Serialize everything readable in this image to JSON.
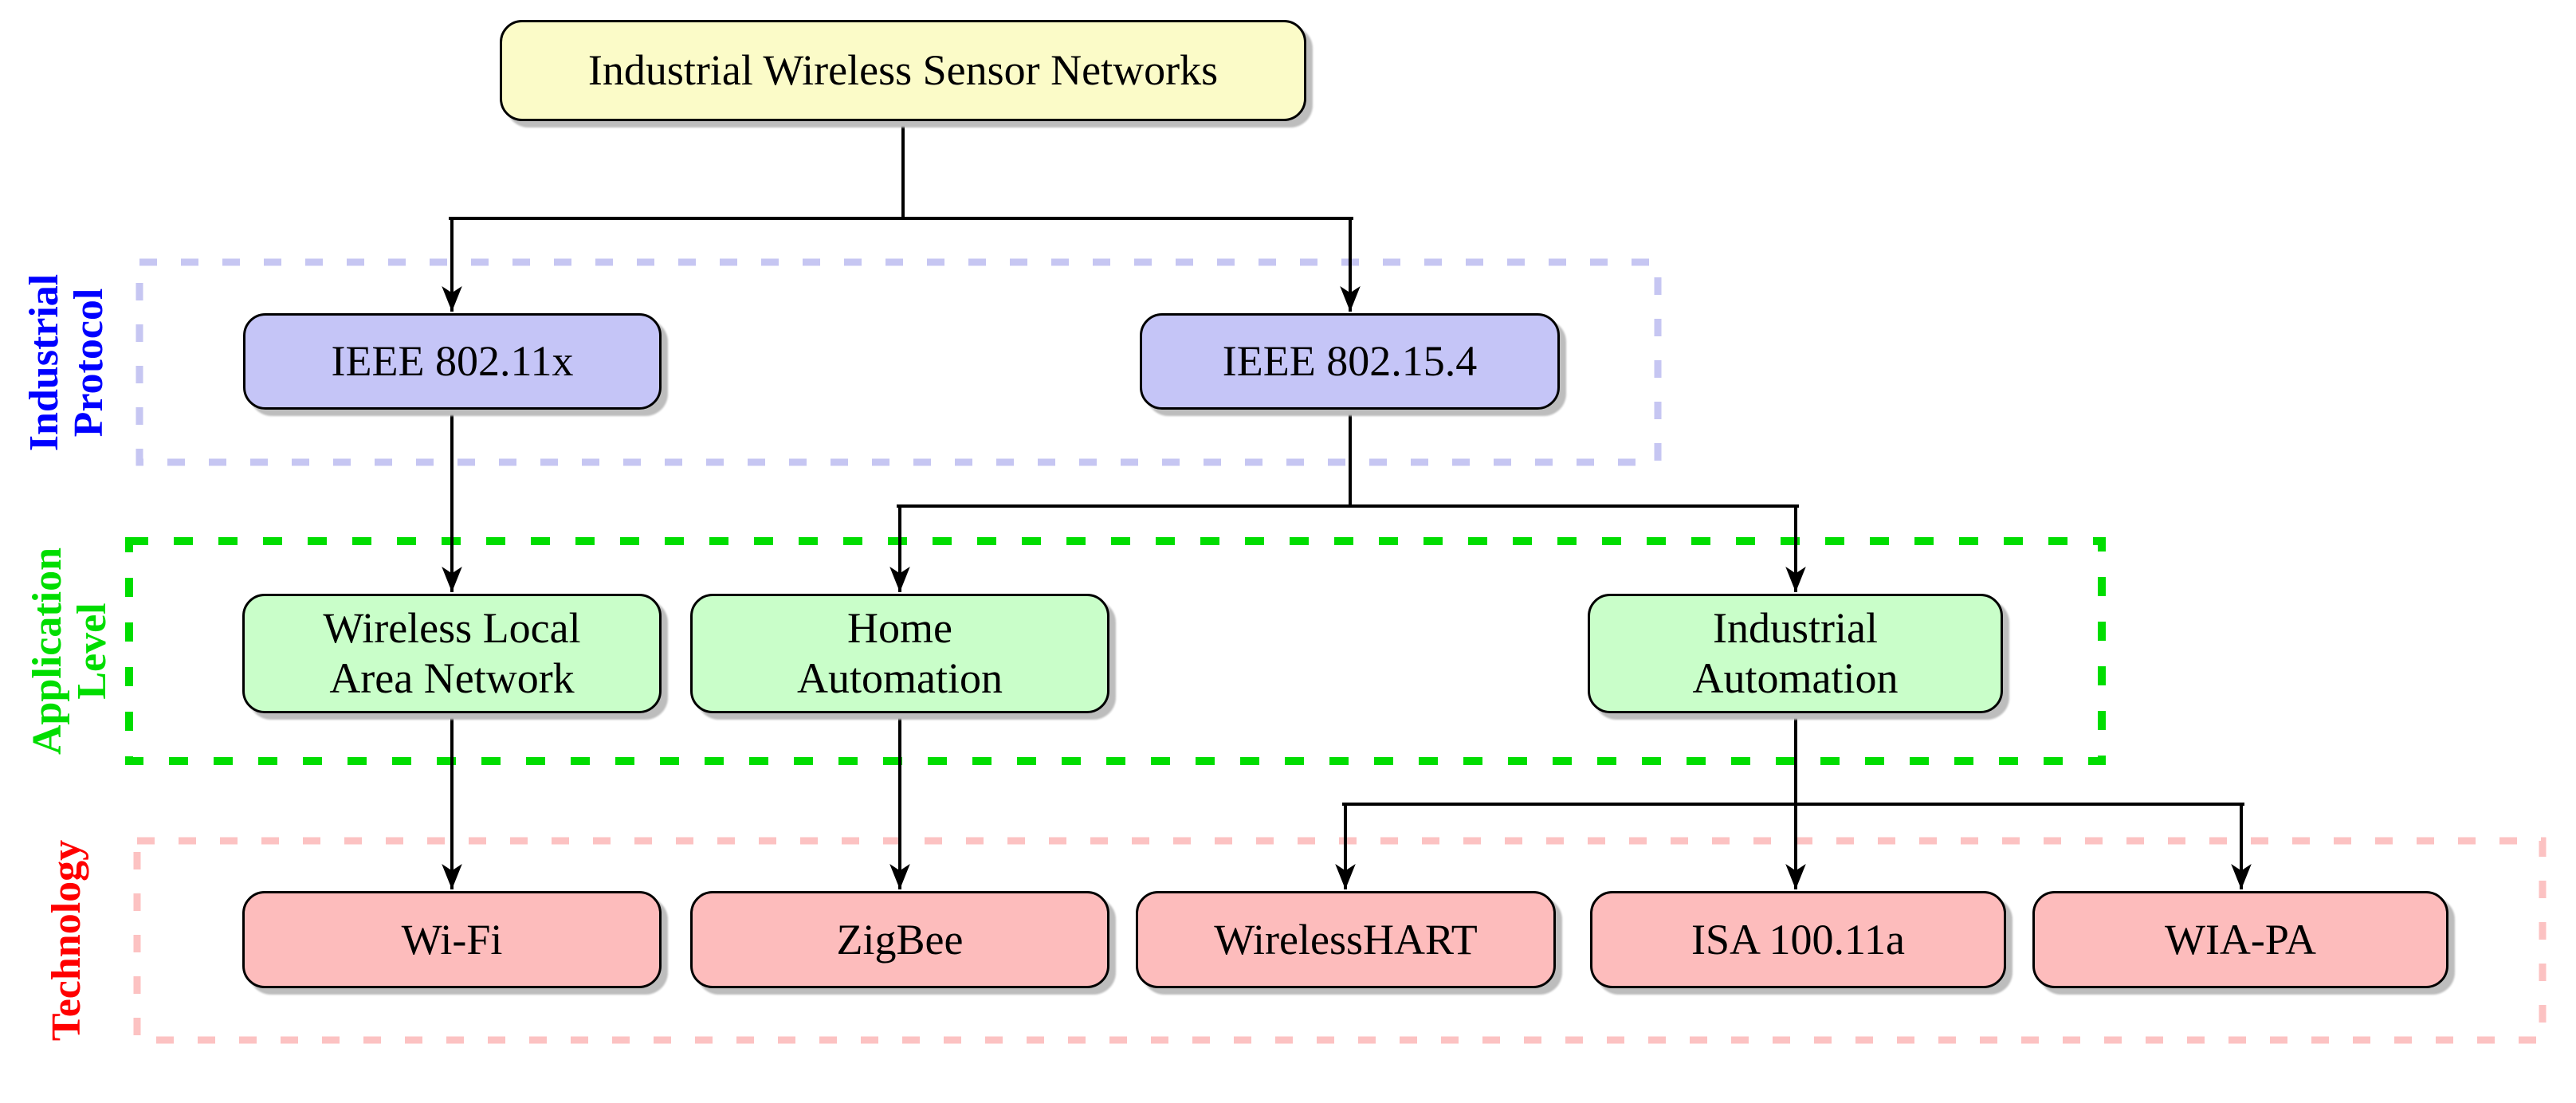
{
  "diagram": {
    "type": "taxonomy-tree",
    "root": {
      "label": "Industrial Wireless Sensor Networks",
      "fill": "#FBFBC8"
    },
    "regions": {
      "protocol": {
        "label_lines": [
          "Industrial",
          "Protocol"
        ],
        "label_text": "Industrial Protocol",
        "label_color": "#0000FF",
        "dash_color": "#C6C6F2",
        "node_fill": "#C5C5F7",
        "nodes": [
          {
            "label": "IEEE 802.11x"
          },
          {
            "label": "IEEE 802.15.4"
          }
        ]
      },
      "application": {
        "label_lines": [
          "Application",
          "Level"
        ],
        "label_text": "Application Level",
        "label_color": "#00DD00",
        "dash_color": "#00DD00",
        "node_fill": "#C9FEC9",
        "nodes": [
          {
            "label": "Wireless Local Area Network",
            "lines": [
              "Wireless Local",
              "Area Network"
            ]
          },
          {
            "label": "Home Automation",
            "lines": [
              "Home",
              "Automation"
            ]
          },
          {
            "label": "Industrial Automation",
            "lines": [
              "Industrial",
              "Automation"
            ]
          }
        ]
      },
      "technology": {
        "label_lines": [
          "Technology"
        ],
        "label_text": "Technology",
        "label_color": "#FF0000",
        "dash_color": "#FCC2C2",
        "node_fill": "#FDBCBC",
        "nodes": [
          {
            "label": "Wi-Fi"
          },
          {
            "label": "ZigBee"
          },
          {
            "label": "WirelessHART"
          },
          {
            "label": "ISA 100.11a"
          },
          {
            "label": "WIA-PA"
          }
        ]
      }
    },
    "connections": [
      {
        "from": "Industrial Wireless Sensor Networks",
        "to": "IEEE 802.11x"
      },
      {
        "from": "Industrial Wireless Sensor Networks",
        "to": "IEEE 802.15.4"
      },
      {
        "from": "IEEE 802.11x",
        "to": "Wireless Local Area Network"
      },
      {
        "from": "IEEE 802.15.4",
        "to": "Home Automation"
      },
      {
        "from": "IEEE 802.15.4",
        "to": "Industrial Automation"
      },
      {
        "from": "Wireless Local Area Network",
        "to": "Wi-Fi"
      },
      {
        "from": "Home Automation",
        "to": "ZigBee"
      },
      {
        "from": "Industrial Automation",
        "to": "WirelessHART"
      },
      {
        "from": "Industrial Automation",
        "to": "ISA 100.11a"
      },
      {
        "from": "Industrial Automation",
        "to": "WIA-PA"
      }
    ],
    "edge_color": "#000000",
    "shadow_color": "#BDBDBD"
  }
}
